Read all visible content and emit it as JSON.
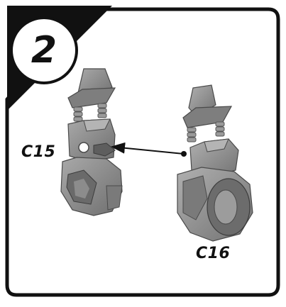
{
  "step": {
    "number": "2"
  },
  "parts": {
    "left_label": "C15",
    "right_label": "C16"
  },
  "colors": {
    "frame": "#111111",
    "part_fill": "#8a8a8a",
    "part_dark": "#5e5e5e",
    "part_light": "#a8a8a8",
    "background": "#ffffff"
  },
  "icons": {
    "connector": "arrow-icon"
  }
}
